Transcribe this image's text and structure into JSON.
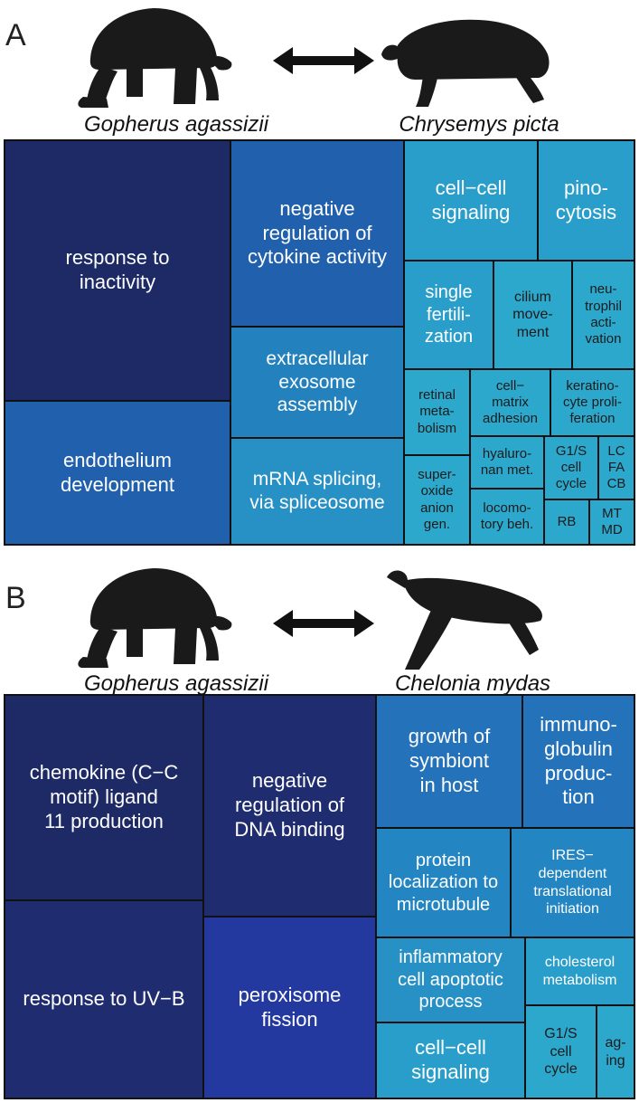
{
  "panelA": {
    "letter": "A",
    "left_species": "Gopherus agassizii",
    "right_species": "Chrysemys picta",
    "cells": [
      {
        "label": "response to\ninactivity",
        "color": "#1d2a66"
      },
      {
        "label": "endothelium\ndevelopment",
        "color": "#2160ad"
      },
      {
        "label": "negative\nregulation of\ncytokine activity",
        "color": "#2160ad"
      },
      {
        "label": "extracellular\nexosome\nassembly",
        "color": "#2382be"
      },
      {
        "label": "mRNA splicing,\nvia spliceosome",
        "color": "#2791c6"
      },
      {
        "label": "cell−cell\nsignaling",
        "color": "#2a9ecb"
      },
      {
        "label": "pino-\ncytosis",
        "color": "#2a9ecb"
      },
      {
        "label": "single\nfertili-\nzation",
        "color": "#2a9ecb"
      },
      {
        "label": "cilium\nmove-\nment",
        "color": "#2da8cd"
      },
      {
        "label": "neu-\ntrophil\nacti-\nvation",
        "color": "#2da8cd"
      },
      {
        "label": "retinal\nmeta-\nbolism",
        "color": "#2da8cd"
      },
      {
        "label": "cell−\nmatrix\nadhesion",
        "color": "#2da8cd"
      },
      {
        "label": "keratino-\ncyte proli-\nferation",
        "color": "#2da8cd"
      },
      {
        "label": "super-\noxide\nanion\ngen.",
        "color": "#2da8cd"
      },
      {
        "label": "hyaluro-\nnan met.",
        "color": "#2da8cd"
      },
      {
        "label": "G1/S\ncell\ncycle",
        "color": "#2da8cd"
      },
      {
        "label": "LC\nFA\nCB",
        "color": "#2da8cd"
      },
      {
        "label": "locomo-\ntory beh.",
        "color": "#2da8cd"
      },
      {
        "label": "RB",
        "color": "#2da8cd"
      },
      {
        "label": "MT\nMD",
        "color": "#2da8cd"
      }
    ]
  },
  "panelB": {
    "letter": "B",
    "left_species": "Gopherus agassizii",
    "right_species": "Chelonia mydas",
    "cells": [
      {
        "label": "chemokine (C−C\nmotif) ligand\n11 production",
        "color": "#1d2a66"
      },
      {
        "label": "response to UV−B",
        "color": "#1f2c70"
      },
      {
        "label": "negative\nregulation of\nDNA binding",
        "color": "#1f2c70"
      },
      {
        "label": "peroxisome\nfission",
        "color": "#2339a0"
      },
      {
        "label": "growth of\nsymbiont\nin host",
        "color": "#2372ba"
      },
      {
        "label": "immuno-\nglobulin\nproduc-\ntion",
        "color": "#2372ba"
      },
      {
        "label": "protein\nlocalization to\nmicrotubule",
        "color": "#2385c2"
      },
      {
        "label": "IRES−\ndependent\ntranslational\ninitiation",
        "color": "#2385c2"
      },
      {
        "label": "inflammatory\ncell apoptotic\nprocess",
        "color": "#2791c6"
      },
      {
        "label": "cholesterol\nmetabolism",
        "color": "#2a9ecb"
      },
      {
        "label": "cell−cell\nsignaling",
        "color": "#2a9ecb"
      },
      {
        "label": "G1/S\ncell\ncycle",
        "color": "#2da8cd"
      },
      {
        "label": "ag-\ning",
        "color": "#2da8cd"
      }
    ]
  }
}
